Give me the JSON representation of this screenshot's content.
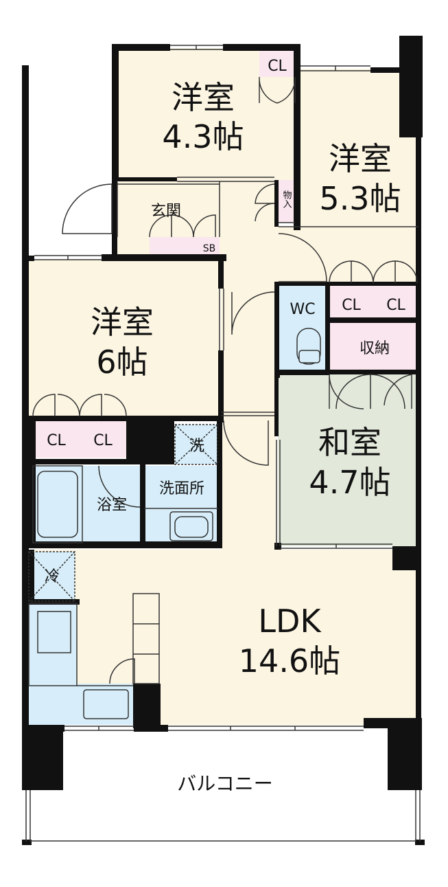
{
  "rooms": {
    "yoshitsu_43": {
      "name": "洋室",
      "size": "4.3帖"
    },
    "yoshitsu_53": {
      "name": "洋室",
      "size": "5.3帖"
    },
    "yoshitsu_6": {
      "name": "洋室",
      "size": "6帖"
    },
    "washitsu": {
      "name": "和室",
      "size": "4.7帖"
    },
    "ldk": {
      "name": "LDK",
      "size": "14.6帖"
    }
  },
  "labels": {
    "entrance": "玄関",
    "shoe_box": "SB",
    "storage_small": "物入",
    "wc": "WC",
    "storage": "収納",
    "bath": "浴室",
    "washroom": "洗面所",
    "washer": "洗",
    "fridge": "冷",
    "closet": "CL",
    "balcony": "バルコニー"
  },
  "colors": {
    "wall": "#111111",
    "wood_floor": "#fcf5e2",
    "tatami": "#e2e8da",
    "wet_area": "#d7eefa",
    "storage": "#fae6ee",
    "kitchen_counter": "#d7eefa",
    "balcony": "#ffffff",
    "line": "#333333"
  }
}
